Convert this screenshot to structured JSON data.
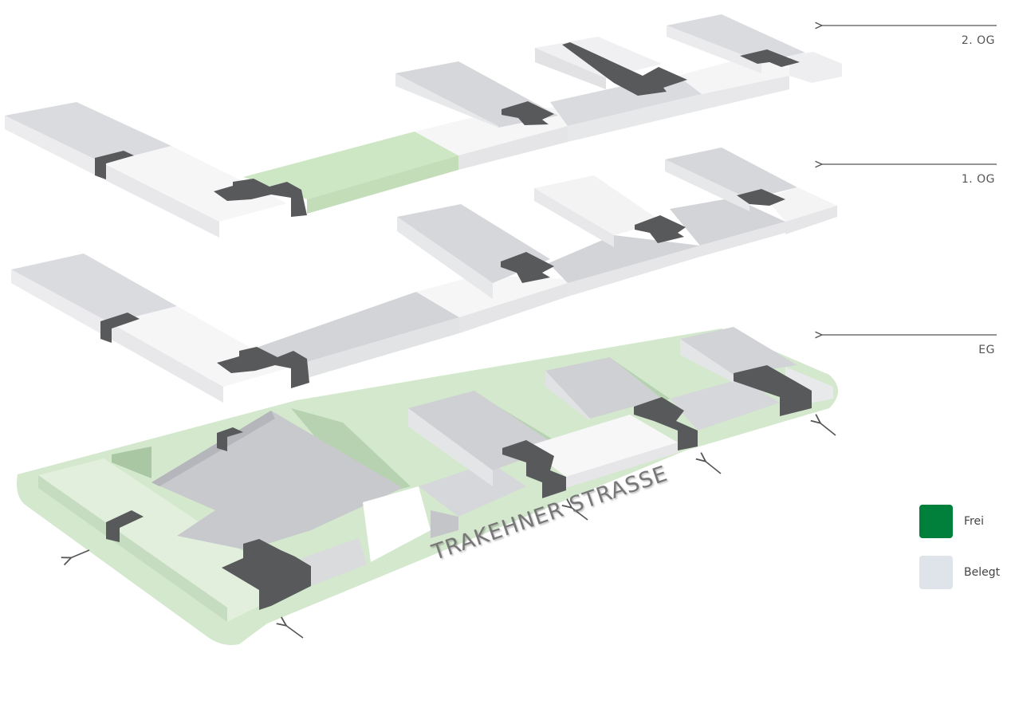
{
  "floors": [
    {
      "label": "2. OG"
    },
    {
      "label": "1. OG"
    },
    {
      "label": "EG"
    }
  ],
  "street_name": "TRAKEHNER STRASSE",
  "legend": [
    {
      "label": "Frei",
      "color": "#00803a"
    },
    {
      "label": "Belegt",
      "color": "#dfe3ea"
    }
  ],
  "colors": {
    "free": "#00803a",
    "free_area": "#cde6c4",
    "occupied": "#d9dadd",
    "core": "#58595b",
    "unused": "#f4f4f6"
  },
  "entrance_icon": "arrow-entrance-icon"
}
